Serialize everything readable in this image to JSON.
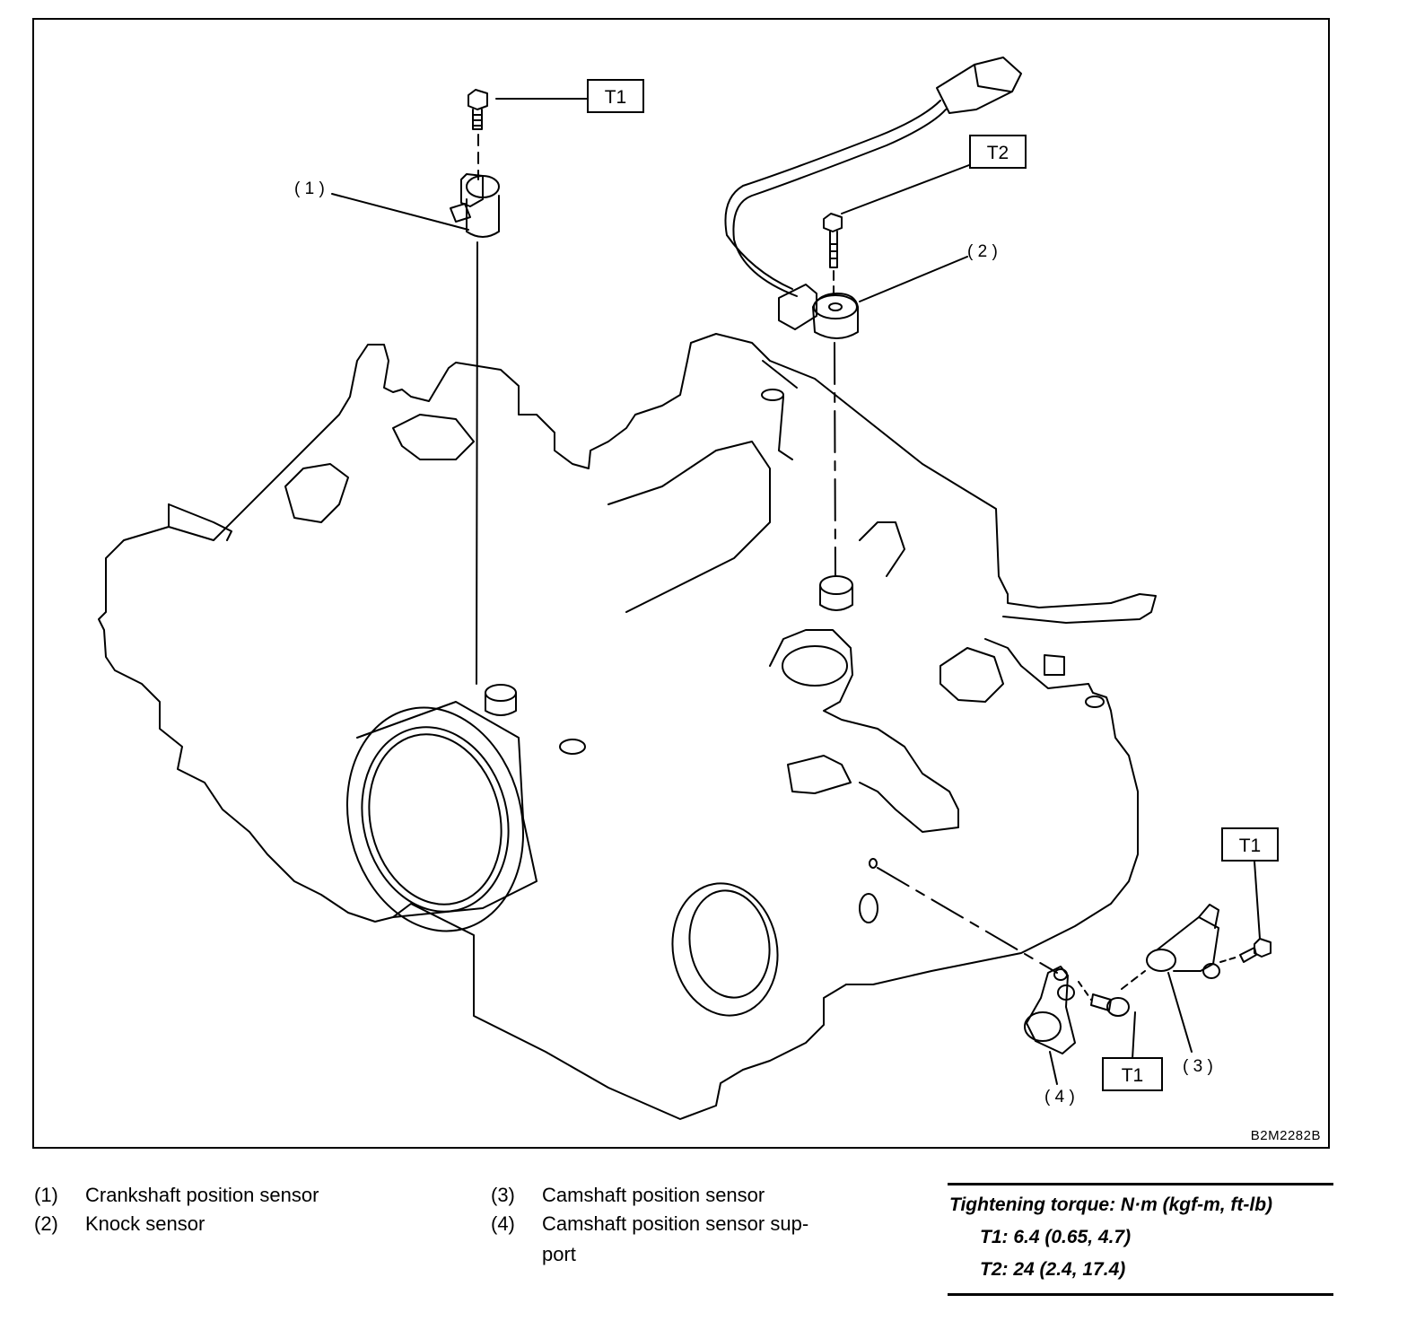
{
  "figure": {
    "figure_id": "B2M2282B",
    "callouts": {
      "c1": "( 1 )",
      "c2": "( 2 )",
      "c3": "( 3 )",
      "c4": "( 4 )"
    },
    "torque_tags": {
      "top_t1": "T1",
      "top_t2": "T2",
      "right_t1": "T1",
      "bottom_t1": "T1"
    }
  },
  "legend": {
    "items": [
      {
        "num": "(1)",
        "label": "Crankshaft position sensor"
      },
      {
        "num": "(2)",
        "label": "Knock sensor"
      },
      {
        "num": "(3)",
        "label": "Camshaft position sensor"
      },
      {
        "num": "(4)",
        "label": "Camshaft position sensor sup-port"
      }
    ],
    "item4_line1": "Camshaft position sensor sup-",
    "item4_line2": "port"
  },
  "torque": {
    "heading": "Tightening torque: N·m (kgf-m, ft-lb)",
    "t1": "T1: 6.4 (0.65, 4.7)",
    "t2": "T2: 24 (2.4, 17.4)"
  }
}
